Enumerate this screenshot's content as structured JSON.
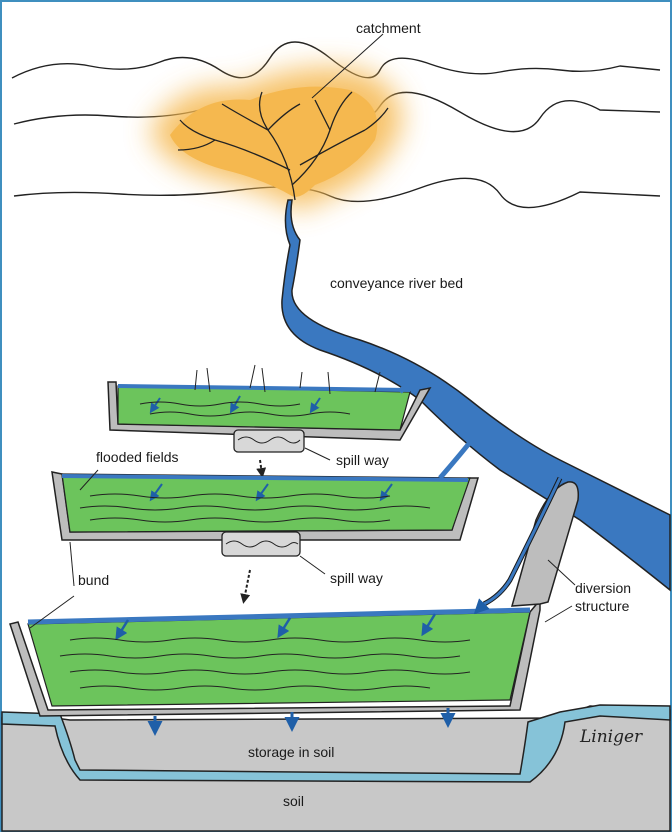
{
  "labels": {
    "catchment": "catchment",
    "conveyance": "conveyance river bed",
    "flooded_fields": "flooded fields",
    "spill_way_1": "spill way",
    "spill_way_2": "spill way",
    "bund": "bund",
    "diversion_line1": "diversion",
    "diversion_line2": "structure",
    "storage": "storage in soil",
    "soil": "soil"
  },
  "signature": "Liniger",
  "colors": {
    "catchment": "#f5b84f",
    "water": "#3a78c0",
    "field": "#6cc45c",
    "bund": "#bdbdbd",
    "soil": "#c8c8c8",
    "storage": "#86c3d8",
    "arrow": "#1f5fa8",
    "frame": "#3f8fbf"
  }
}
